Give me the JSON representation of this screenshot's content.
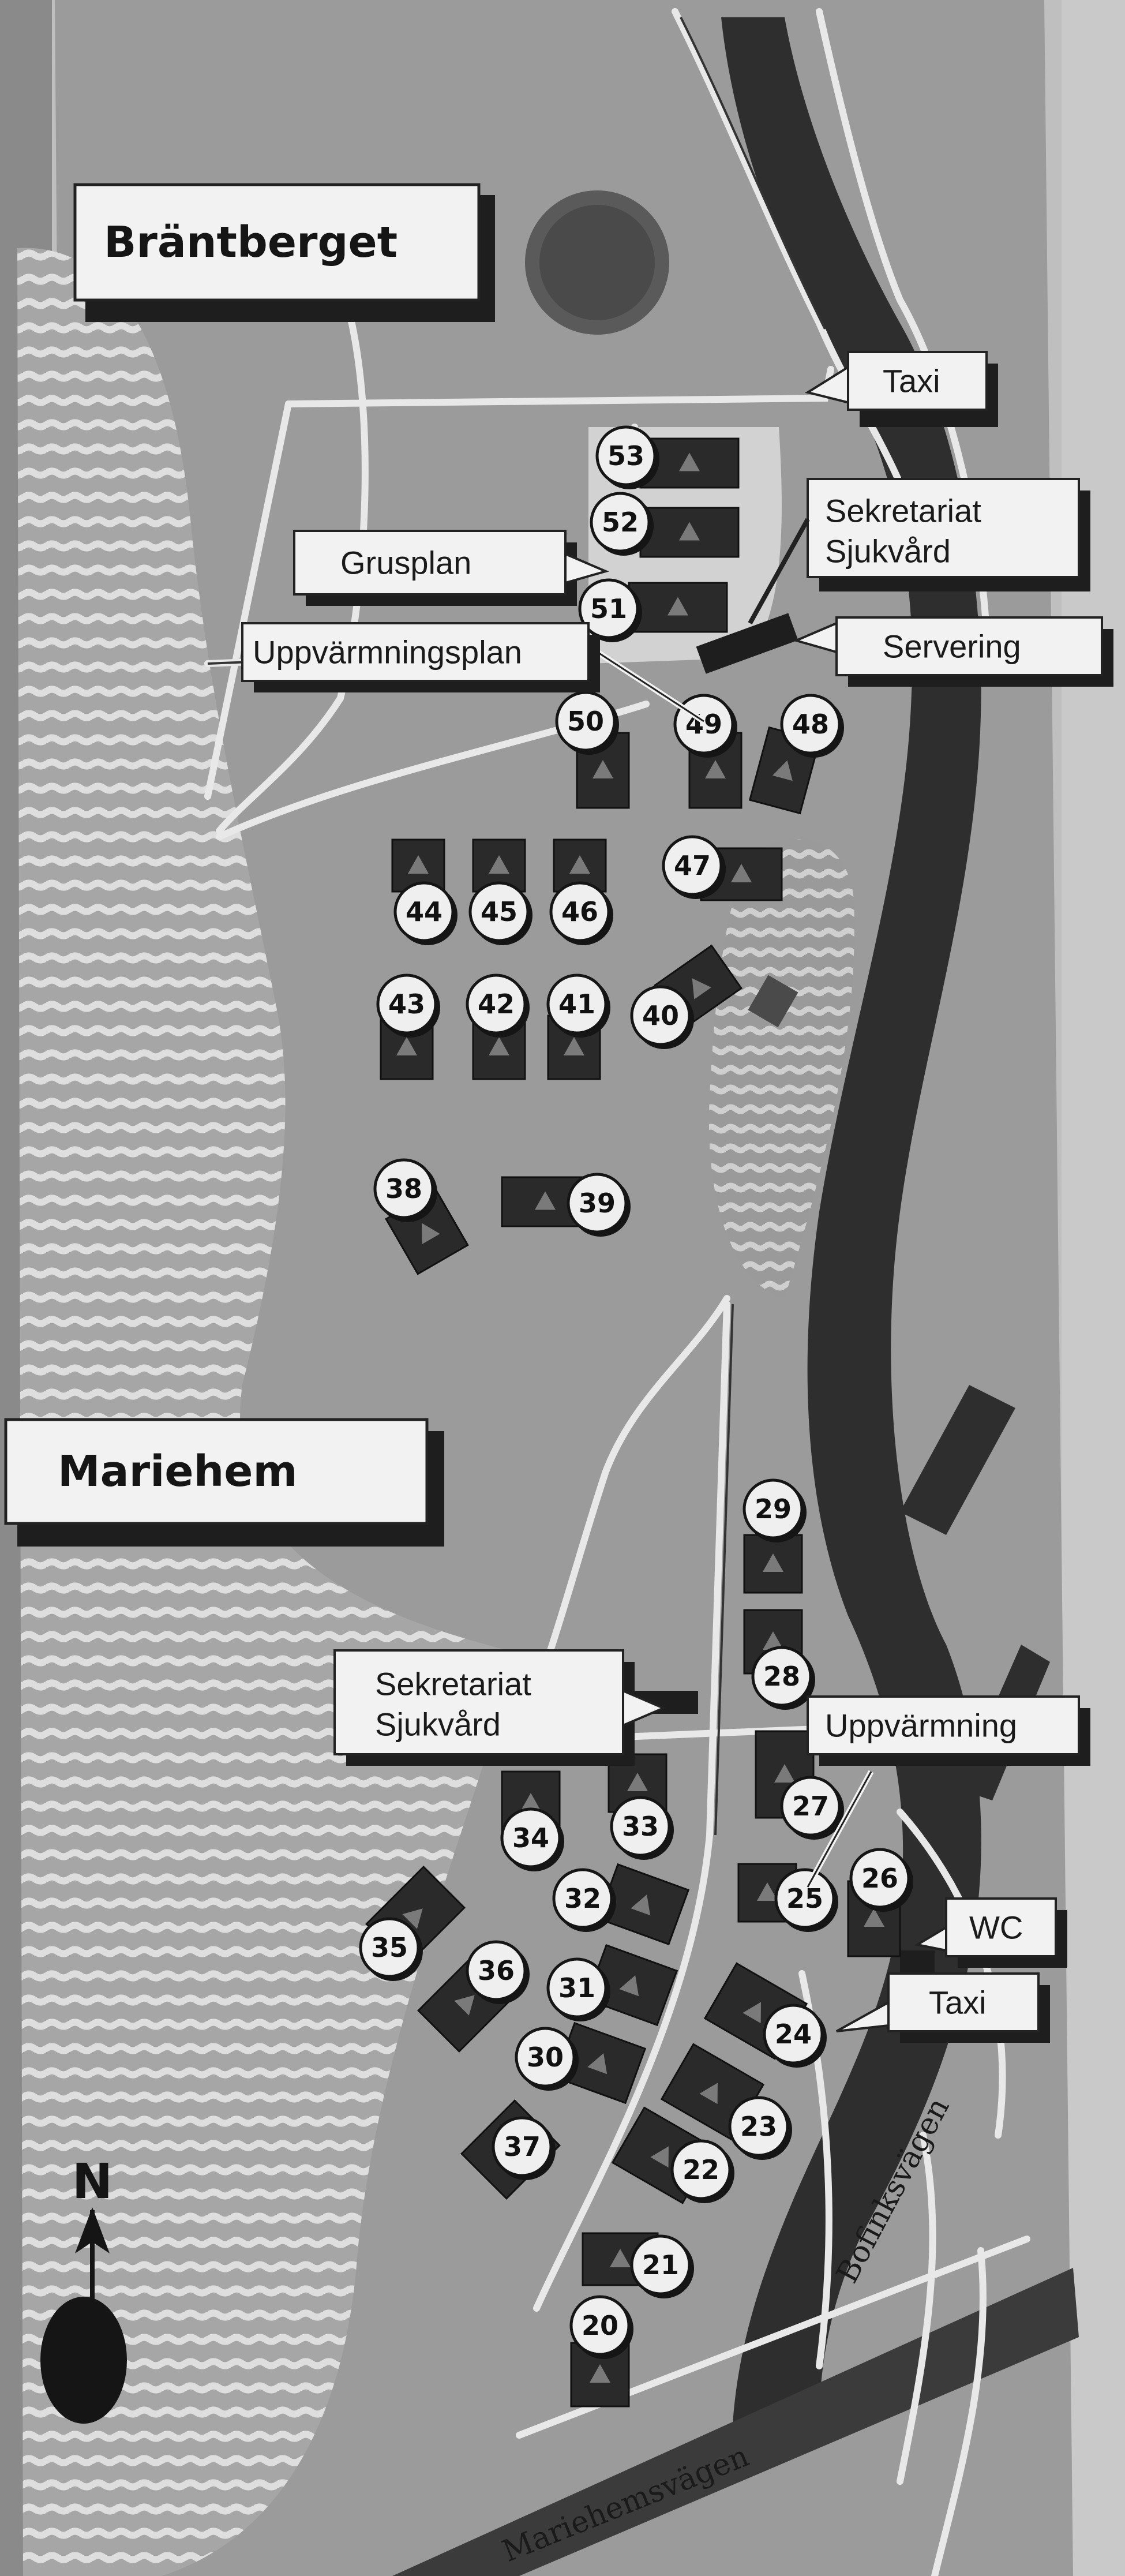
{
  "map": {
    "areas": [
      {
        "id": "brantberget",
        "title": "Bräntberget"
      },
      {
        "id": "mariehem",
        "title": "Mariehem"
      }
    ],
    "labels": [
      {
        "id": "taxi-top",
        "text": "Taxi"
      },
      {
        "id": "sekretariat-top",
        "text": "Sekretariat\nSjukvård"
      },
      {
        "id": "servering",
        "text": "Servering"
      },
      {
        "id": "grusplan",
        "text": "Grusplan"
      },
      {
        "id": "uppvarmningsplan",
        "text": "Uppvärmningsplan"
      },
      {
        "id": "sekretariat-bottom",
        "text": "Sekretariat\nSjukvård"
      },
      {
        "id": "uppvarmning",
        "text": "Uppvärmning"
      },
      {
        "id": "wc",
        "text": "WC"
      },
      {
        "id": "taxi-bottom",
        "text": "Taxi"
      }
    ],
    "roads": [
      {
        "id": "bofinksvagen",
        "name": "Bofinksvägen"
      },
      {
        "id": "mariehemsvagen",
        "name": "Mariehemsvägen"
      }
    ],
    "controls": [
      "53",
      "52",
      "51",
      "50",
      "49",
      "48",
      "47",
      "46",
      "45",
      "44",
      "43",
      "42",
      "41",
      "40",
      "39",
      "38",
      "29",
      "28",
      "27",
      "26",
      "25",
      "24",
      "23",
      "22",
      "21",
      "20",
      "34",
      "33",
      "32",
      "31",
      "30",
      "35",
      "36",
      "37"
    ],
    "north_label": "N"
  }
}
